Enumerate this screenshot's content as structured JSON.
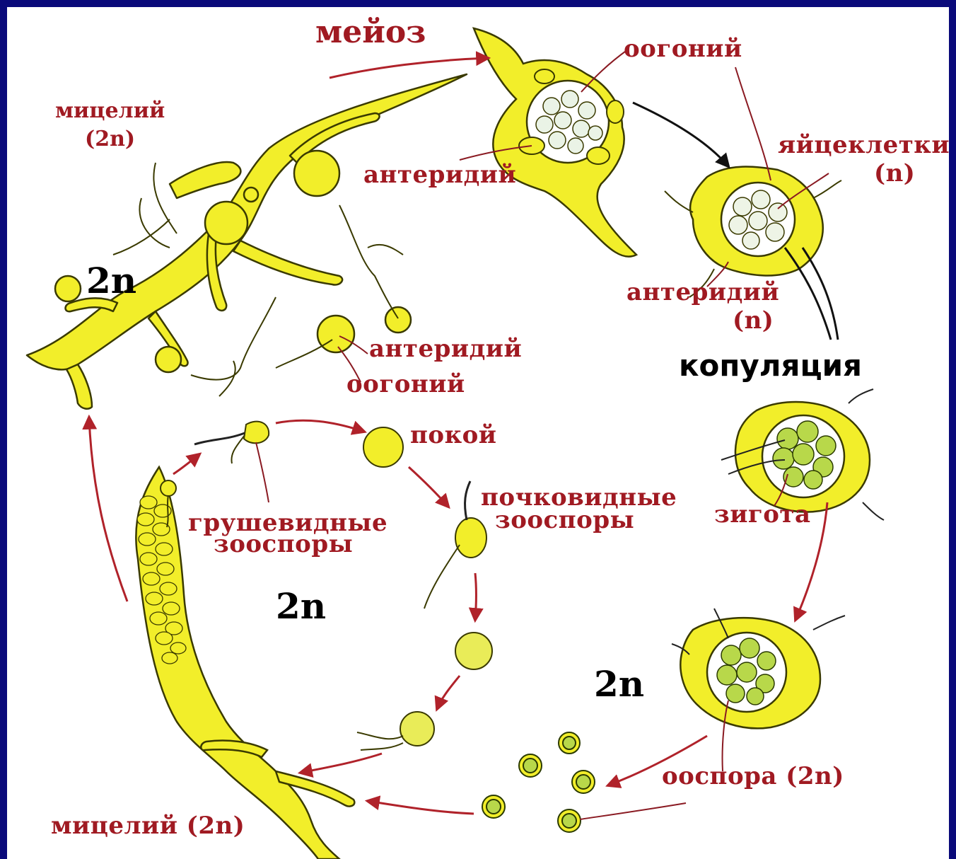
{
  "labels": {
    "meiosis": "мейоз",
    "mycelium_top": "мицелий",
    "mycelium_top_ploidy": "(2n)",
    "ploidy_left": "2n",
    "oogonium_top": "оогоний",
    "antheridium_top": "антеридий",
    "egg_cells": "яйцеклетки",
    "egg_cells_ploidy": "(n)",
    "antheridium_right": "антеридий",
    "antheridium_right_ploidy": "(n)",
    "copulation": "копуляция",
    "antheridium_mid": "антеридий",
    "oogonium_mid": "оогоний",
    "rest": "покой",
    "pear_zoospores_1": "грушевидные",
    "pear_zoospores_2": "зооспоры",
    "kidney_zoospores_1": "почковидные",
    "kidney_zoospores_2": "зооспоры",
    "zygote": "зигота",
    "ploidy_center": "2n",
    "ploidy_bottom_right": "2n",
    "oospore": "ооспора (2n)",
    "mycelium_bottom": "мицелий (2n)"
  },
  "colors": {
    "frame": "#0a0a7a",
    "background": "#ffffff",
    "structure_fill": "#f2ee2a",
    "outline": "#3a3a00",
    "label_red": "#a01a22",
    "arrow_red": "#b0222a",
    "spore_fill": "#b8d84a"
  },
  "icons": [
    "oogonium-structure",
    "oospore-cells",
    "zoospore",
    "hypha-branch",
    "cycle-arrow"
  ]
}
